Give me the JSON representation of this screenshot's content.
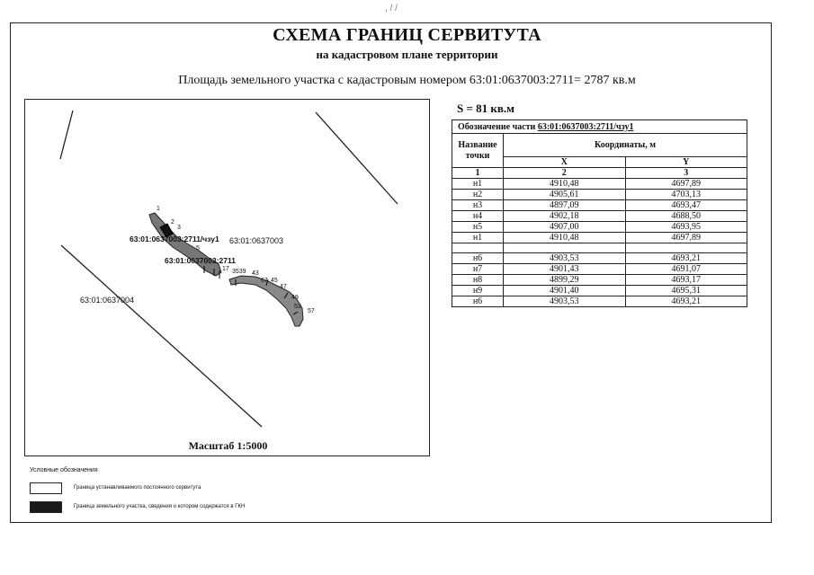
{
  "scan_mark": ", / /",
  "header": {
    "title": "СХЕМА ГРАНИЦ СЕРВИТУТА",
    "subtitle": "на кадастровом плане территории",
    "area_line": "Площадь земельного участка с кадастровым номером 63:01:0637003:2711= 2787 кв.м"
  },
  "map": {
    "label_block_03": "63:01:0637003",
    "label_block_04": "63:01:0637004",
    "label_part": "63:01:0637003:2711/чзу1",
    "label_parcel": "63:01:0637003:2711",
    "point_labels": [
      "1",
      "2",
      "3",
      "5",
      "17",
      "3539",
      "43",
      "67",
      "45",
      "47",
      "49",
      "53",
      "57"
    ],
    "scale": "Масштаб 1:5000"
  },
  "servitude": {
    "area": "S = 81 кв.м",
    "part_label": "Обозначение части",
    "part_number": "63:01:0637003:2711/чзу1",
    "col_name": "Название точки",
    "col_coords": "Координаты, м",
    "col_x": "X",
    "col_y": "Y",
    "col_numbers": [
      "1",
      "2",
      "3"
    ],
    "rows": [
      {
        "name": "н1",
        "x": "4910,48",
        "y": "4697,89"
      },
      {
        "name": "н2",
        "x": "4905,61",
        "y": "4703,13"
      },
      {
        "name": "н3",
        "x": "4897,09",
        "y": "4693,47"
      },
      {
        "name": "н4",
        "x": "4902,18",
        "y": "4688,50"
      },
      {
        "name": "н5",
        "x": "4907,00",
        "y": "4693,95"
      },
      {
        "name": "н1",
        "x": "4910,48",
        "y": "4697,89"
      },
      {
        "name": "",
        "x": "",
        "y": ""
      },
      {
        "name": "н6",
        "x": "4903,53",
        "y": "4693,21"
      },
      {
        "name": "н7",
        "x": "4901,43",
        "y": "4691,07"
      },
      {
        "name": "н8",
        "x": "4899,29",
        "y": "4693,17"
      },
      {
        "name": "н9",
        "x": "4901,40",
        "y": "4695,31"
      },
      {
        "name": "н6",
        "x": "4903,53",
        "y": "4693,21"
      }
    ]
  },
  "legend": {
    "title": "Условные обозначения",
    "items": [
      {
        "text": "Граница устанавливаемого постоянного сервитута",
        "swatch": "#ffffff"
      },
      {
        "text": "Граница земельного участка, сведения о котором содержатся в ГКН",
        "swatch": "#1a1a1a"
      }
    ]
  }
}
